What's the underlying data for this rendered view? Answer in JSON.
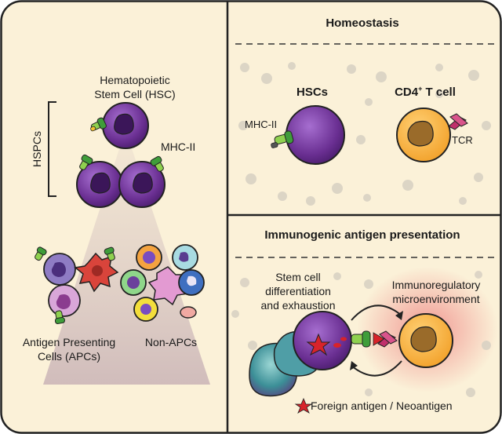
{
  "left_panel": {
    "hsc_label_line1": "Hematopoietic",
    "hsc_label_line2": "Stem Cell (HSC)",
    "hspcs_label": "HSPCs",
    "mhc_label": "MHC-II",
    "apc_label_line1": "Antigen Presenting",
    "apc_label_line2": "Cells (APCs)",
    "non_apc_label": "Non-APCs"
  },
  "homeostasis_panel": {
    "title": "Homeostasis",
    "hsc_label": "HSCs",
    "t_cell_label_main": "CD4",
    "t_cell_label_sup": "+",
    "t_cell_label_rest": " T cell",
    "mhc_label": "MHC-II",
    "tcr_label": "TCR"
  },
  "immunogenic_panel": {
    "title": "Immunogenic antigen presentation",
    "left_caption_line1": "Stem cell",
    "left_caption_line2": "differentiation",
    "left_caption_line3": "and exhaustion",
    "right_caption_line1": "Immunoregulatory",
    "right_caption_line2": "microenvironment",
    "legend_label": "Foreign antigen / Neoantigen"
  },
  "colors": {
    "panel_bg": "#fbf1d8",
    "outline": "#222222",
    "hsc_purple": "#7b3f9e",
    "tcell_orange": "#f7b23b",
    "antigen_red": "#d8232a",
    "mhc_green": "#6cbf3f",
    "tcr_pink": "#c0306b"
  }
}
